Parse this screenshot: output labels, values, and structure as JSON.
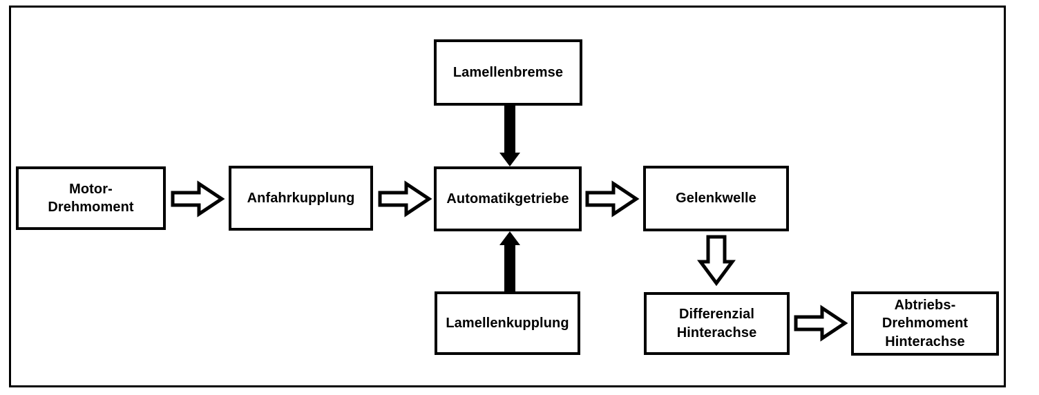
{
  "diagram": {
    "type": "flow-diagram",
    "background_color": "#ffffff",
    "line_color": "#000000",
    "node_fill_color": "#ffffff",
    "nodes": {
      "motor": {
        "label": "Motor-\nDrehmoment"
      },
      "anfahr": {
        "label": "Anfahrkupplung"
      },
      "bremse": {
        "label": "Lamellenbremse"
      },
      "automatik": {
        "label": "Automatikgetriebe"
      },
      "kupplung": {
        "label": "Lamellenkupplung"
      },
      "gelenk": {
        "label": "Gelenkwelle"
      },
      "differenzial": {
        "label": "Differenzial\nHinterachse"
      },
      "abtrieb": {
        "label": "Abtriebs-\nDrehmoment\nHinterachse"
      }
    },
    "edges": [
      {
        "from": "Motor-Drehmoment",
        "to": "Anfahrkupplung",
        "style": "hollow-arrow",
        "direction": "right"
      },
      {
        "from": "Anfahrkupplung",
        "to": "Automatikgetriebe",
        "style": "hollow-arrow",
        "direction": "right"
      },
      {
        "from": "Lamellenbremse",
        "to": "Automatikgetriebe",
        "style": "solid-arrow",
        "direction": "down"
      },
      {
        "from": "Lamellenkupplung",
        "to": "Automatikgetriebe",
        "style": "solid-arrow",
        "direction": "up"
      },
      {
        "from": "Automatikgetriebe",
        "to": "Gelenkwelle",
        "style": "hollow-arrow",
        "direction": "right"
      },
      {
        "from": "Gelenkwelle",
        "to": "Differenzial Hinterachse",
        "style": "hollow-arrow",
        "direction": "down"
      },
      {
        "from": "Differenzial Hinterachse",
        "to": "Abtriebs-Drehmoment Hinterachse",
        "style": "hollow-arrow",
        "direction": "right"
      }
    ]
  }
}
